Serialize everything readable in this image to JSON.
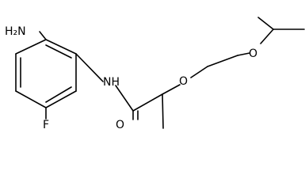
{
  "molecule": {
    "atom_labels": {
      "amine": "H₂N",
      "amide_nh": "NH",
      "fluorine": "F",
      "carbonyl_oxygen": "O",
      "ether_oxygen_1": "O",
      "ether_oxygen_2": "O"
    },
    "colors": {
      "bond": "#000000",
      "text": "#000000",
      "background": "#ffffff"
    }
  }
}
